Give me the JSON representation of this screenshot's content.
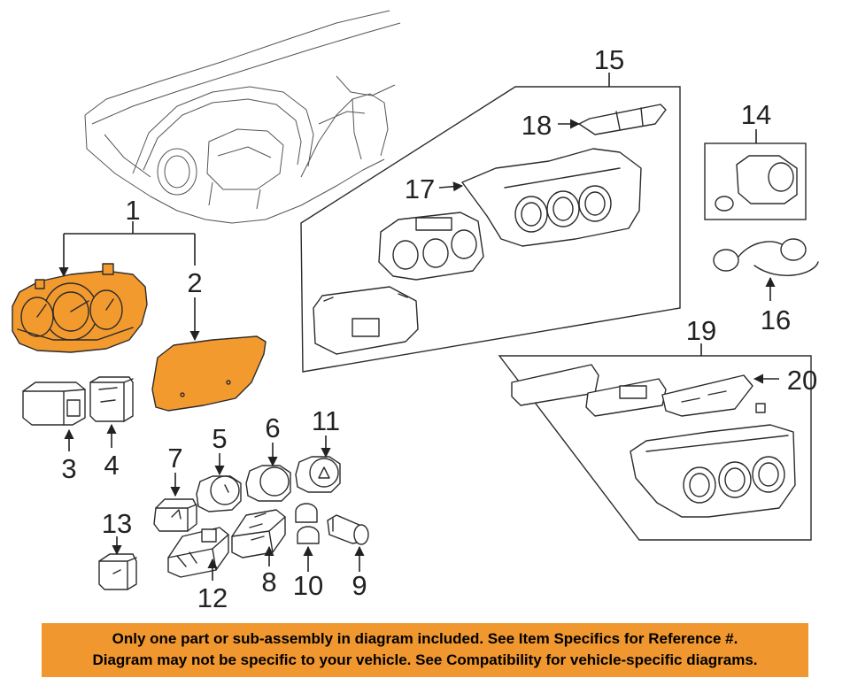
{
  "callouts": [
    "1",
    "2",
    "3",
    "4",
    "5",
    "6",
    "7",
    "8",
    "9",
    "10",
    "11",
    "12",
    "13",
    "14",
    "15",
    "16",
    "17",
    "18",
    "19",
    "20"
  ],
  "banner": {
    "line1": "Only one part or sub-assembly in diagram included. See Item Specifics for Reference #.",
    "line2": "Diagram may not be specific to your vehicle. See Compatibility for vehicle-specific diagrams."
  },
  "colors": {
    "highlight": "#f39a2f",
    "banner": "#f0972f",
    "line": "#2b2b2b"
  }
}
